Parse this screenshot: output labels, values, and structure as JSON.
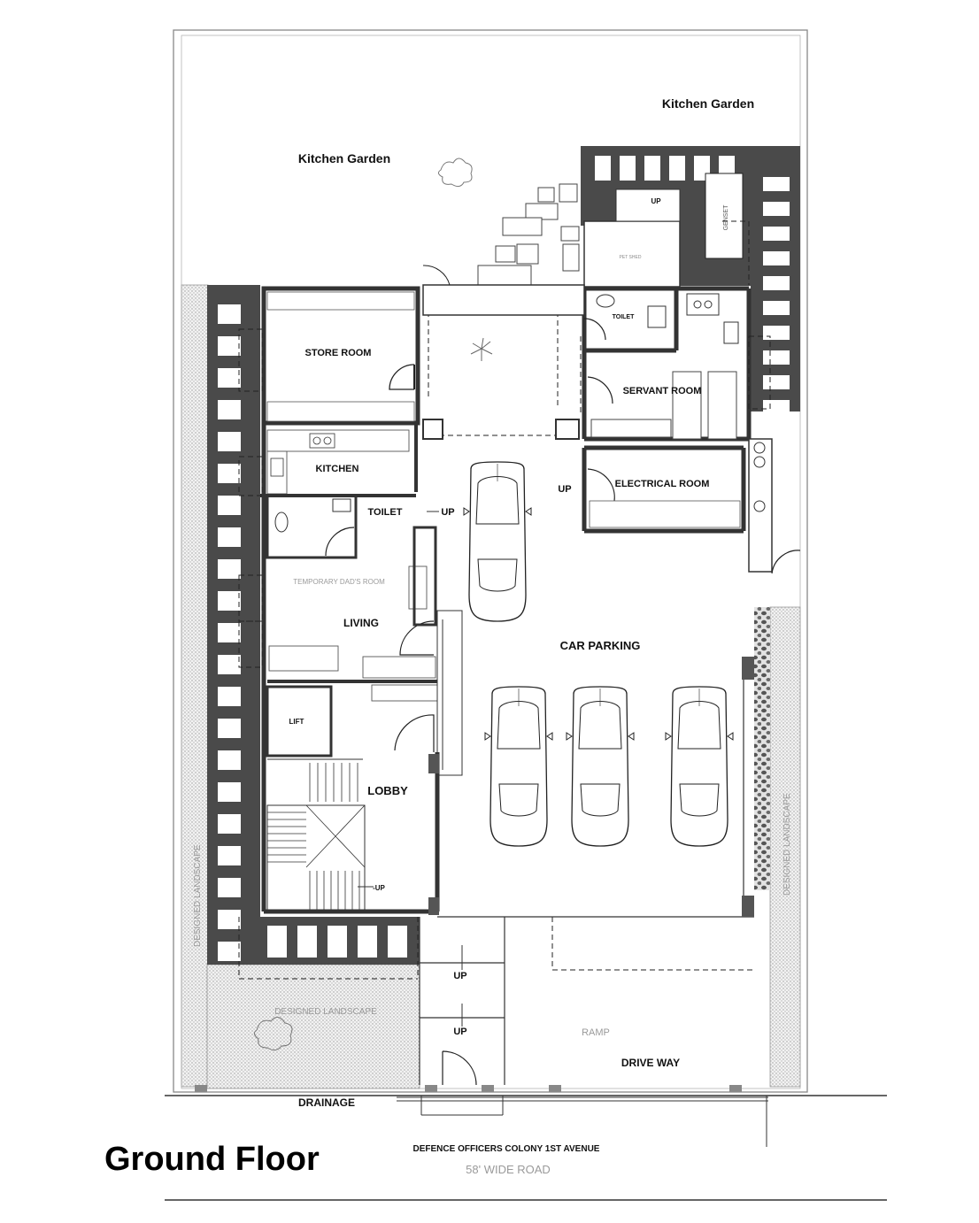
{
  "title": "Ground Floor",
  "road": {
    "name": "DEFENCE OFFICERS COLONY 1ST AVENUE",
    "width_label": "58' WIDE ROAD"
  },
  "rooms": {
    "kitchen_garden_left": "Kitchen Garden",
    "kitchen_garden_right": "Kitchen Garden",
    "store_room": "STORE ROOM",
    "kitchen": "KITCHEN",
    "toilet": "TOILET",
    "toilet_servant": "TOILET",
    "living": "LIVING",
    "temporary_dads_room": "TEMPORARY DAD'S ROOM",
    "lift": "LIFT",
    "lobby": "LOBBY",
    "servant_room": "SERVANT ROOM",
    "electrical_room": "ELECTRICAL ROOM",
    "car_parking": "CAR PARKING",
    "drive_way": "DRIVE WAY",
    "ramp": "RAMP",
    "drainage": "DRAINAGE",
    "designed_landscape_bottom": "DESIGNED LANDSCAPE",
    "designed_landscape_left": "DESIGNED LANDSCAPE",
    "designed_landscape_right": "DESIGNED LANDSCAPE",
    "genset": "GENSET",
    "pet_shed": "PET SHED"
  },
  "markers": {
    "up_toilet": "UP",
    "up_electrical": "UP",
    "up_stair": "-UP",
    "up_entry_1": "UP",
    "up_entry_2": "UP",
    "up_servant": "UP"
  }
}
